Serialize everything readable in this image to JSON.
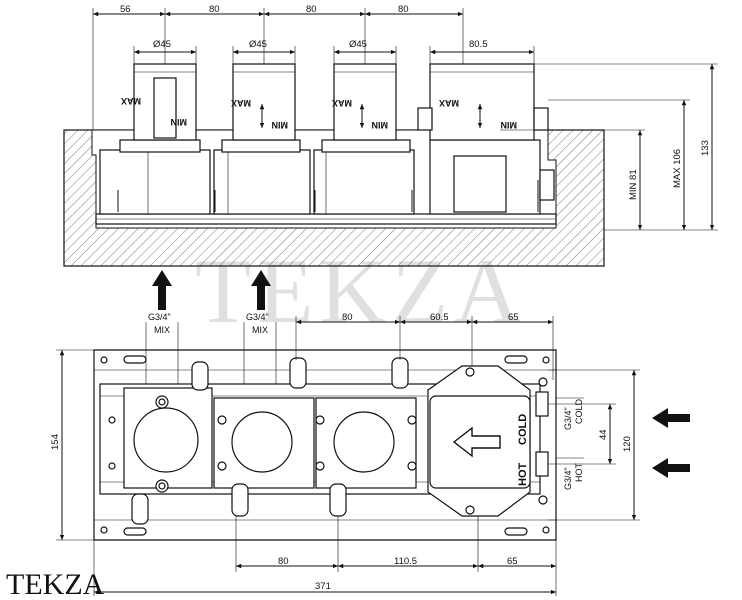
{
  "top_view": {
    "dims_top": [
      "56",
      "80",
      "80",
      "80"
    ],
    "diameters": [
      "Ø45",
      "Ø45",
      "Ø45"
    ],
    "last_width": "80.5",
    "right_dims": [
      "MIN 81",
      "MAX 106",
      "133"
    ],
    "knob_marks": {
      "max": "MAX",
      "min": "MIN"
    }
  },
  "bottom_view": {
    "inlet_labels": [
      {
        "size": "G3/4\"",
        "name": "MIX"
      },
      {
        "size": "G3/4\"",
        "name": "MIX"
      }
    ],
    "dims_top": [
      "80",
      "60.5",
      "65"
    ],
    "dims_bottom": [
      "80",
      "110.5",
      "65"
    ],
    "overall_width": "371",
    "left_height": "154",
    "right_dims": [
      "44",
      "120"
    ],
    "side_ports": [
      {
        "size": "G3/4\"",
        "name": "COLD"
      },
      {
        "size": "G3/4\"",
        "name": "HOT"
      }
    ],
    "box_labels": {
      "cold": "COLD",
      "hot": "HOT"
    }
  },
  "watermark": "TEKZA",
  "brand": "TEKZA"
}
